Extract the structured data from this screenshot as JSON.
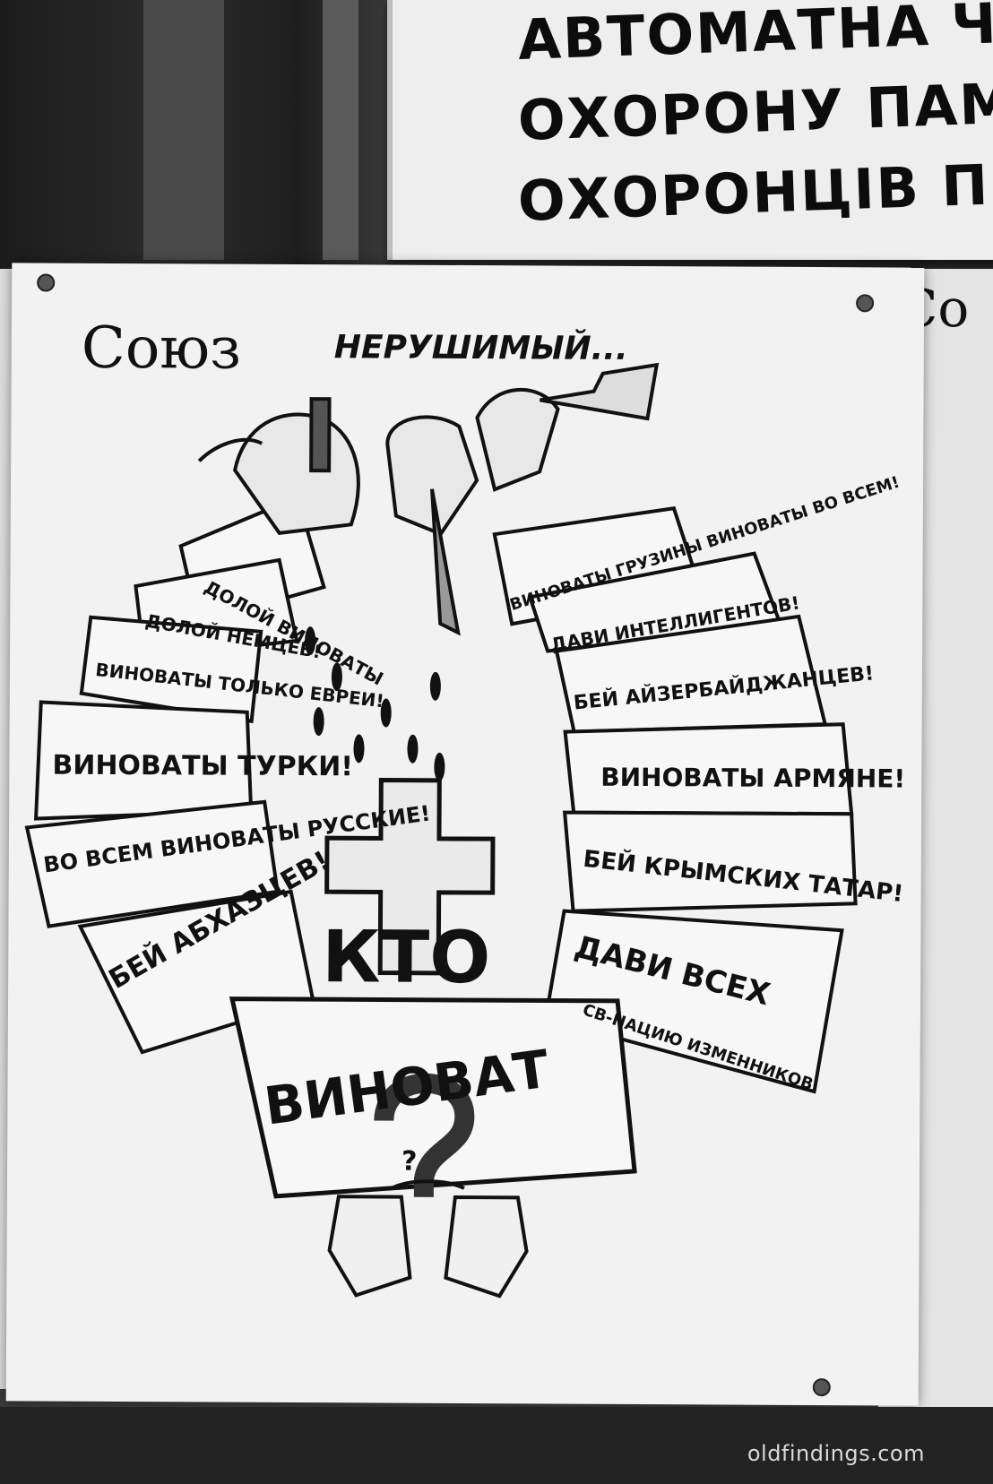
{
  "sign": {
    "line1": "АВТОМАТНА Ч",
    "line2": "ОХОРОНУ ПАМ",
    "line3": "ОХОРОНЦІВ П"
  },
  "right_sign": {
    "text": "Со"
  },
  "poster": {
    "title": "Союз",
    "subtitle": "НЕРУШИМЫЙ...",
    "left_banners": [
      "ДОЛОЙ ВИНОВАТЫ",
      "ДОЛОЙ НЕМЦЕВ!",
      "ВИНОВАТЫ ТОЛЬКО ЕВРЕИ!",
      "ВИНОВАТЫ ТУРКИ!",
      "ВО ВСЕМ ВИНОВАТЫ РУССКИЕ!",
      "БЕЙ АБХАЗЦЕВ!"
    ],
    "right_banners": [
      "ВИНОВАТЫ ГРУЗИНЫ ВИНОВАТЫ ВО ВСЕМ!",
      "ДАВИ ИНТЕЛЛИГЕНТОВ!",
      "БЕЙ АЙЗЕРБАЙДЖАНЦЕВ!",
      "ВИНОВАТЫ АРМЯНЕ!",
      "БЕЙ КРЫМСКИХ ТАТАР!",
      "ДАВИ ВСЕХ",
      "СВ-НАЦИЮ ИЗМЕННИКОВ"
    ],
    "center_word": "КТО",
    "bottom_banner": "ВИНОВАТ",
    "question_mark": "?"
  },
  "watermark": "oldfindings.com"
}
